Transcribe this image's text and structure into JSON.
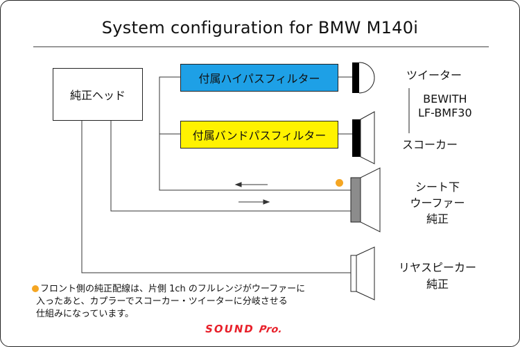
{
  "title": "System configuration for BMW M140i",
  "head_unit": {
    "label": "純正ヘッド"
  },
  "filters": {
    "high_pass": {
      "label": "付属ハイパスフィルター",
      "color": "#1ea0e6"
    },
    "band_pass": {
      "label": "付属バンドパスフィルター",
      "color": "#fff200"
    }
  },
  "speakers": {
    "tweeter": {
      "label": "ツイーター"
    },
    "brand": {
      "line1": "BEWITH",
      "line2": "LF-BMF30"
    },
    "squawker": {
      "label": "スコーカー"
    },
    "woofer": {
      "line1": "シート下",
      "line2": "ウーファー",
      "line3": "純正"
    },
    "rear": {
      "line1": "リヤスピーカー",
      "line2": "純正"
    }
  },
  "note": {
    "line1": "フロント側の純正配線は、片側 1ch のフルレンジがウーファーに",
    "line2": "入ったあと、カプラーでスコーカー・ツイーターに分岐させる",
    "line3": "仕組みになっています。"
  },
  "logo": {
    "word1": "SOUND",
    "word2": "Pro."
  },
  "colors": {
    "accent_orange": "#f5a623",
    "logo_red": "#e8202a",
    "woofer_gray": "#8c8c8c"
  }
}
